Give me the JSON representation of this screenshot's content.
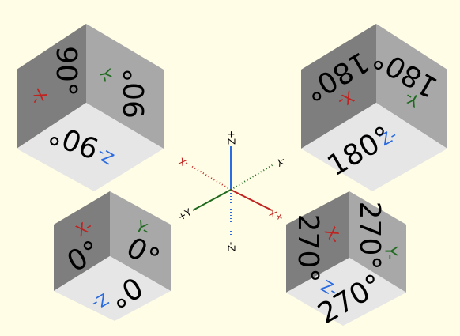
{
  "colors": {
    "background": "#fffde6",
    "x_axis": "#c0221f",
    "y_axis": "#1f6a1f",
    "z_axis": "#2a6be0",
    "top_face": "#e6e6e6",
    "left_face": "#7e7e7e",
    "right_face": "#a8a8a8",
    "number_text": "#000000"
  },
  "gizmo": {
    "z_pos": "+Z",
    "z_neg": "-Z",
    "x_pos": "+X",
    "x_neg": "-X",
    "y_pos": "+Y",
    "y_neg": "-Y"
  },
  "cubes": [
    {
      "id": "top-left",
      "rotation": "90°",
      "x_face": "X-",
      "y_face": "Y-",
      "z_face": "Z-"
    },
    {
      "id": "top-right",
      "rotation": "180°",
      "x_face": "X-",
      "y_face": "Y-",
      "z_face": "Z-"
    },
    {
      "id": "bottom-left",
      "rotation": "0°",
      "x_face": "X-",
      "y_face": "Y-",
      "z_face": "Z-"
    },
    {
      "id": "bottom-right",
      "rotation": "270°",
      "x_face": "X-",
      "y_face": "Y-",
      "z_face": "Z-"
    }
  ]
}
